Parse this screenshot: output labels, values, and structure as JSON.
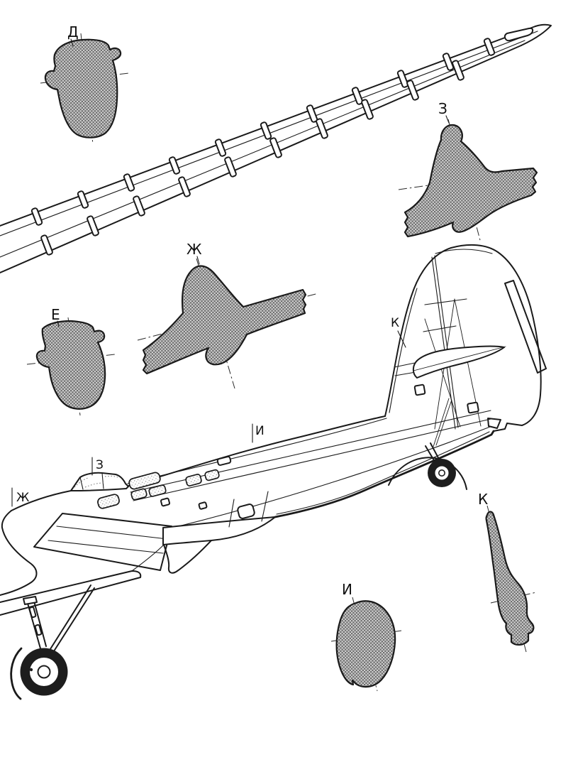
{
  "drawing": {
    "paper_color": "#ffffff",
    "ink_color": "#1a1a1a",
    "hatch_dark": "#6e6e6e",
    "hatch_light": "#cfcfcf"
  },
  "sections": [
    {
      "id": "d",
      "label": "Д"
    },
    {
      "id": "z",
      "label": "З"
    },
    {
      "id": "zh",
      "label": "Ж"
    },
    {
      "id": "e",
      "label": "Е"
    },
    {
      "id": "i",
      "label": "И"
    },
    {
      "id": "k",
      "label": "К"
    }
  ],
  "fuselage_markers": [
    {
      "id": "zh",
      "label": "Ж"
    },
    {
      "id": "z",
      "label": "З"
    },
    {
      "id": "i",
      "label": "И"
    },
    {
      "id": "k",
      "label": "К"
    }
  ]
}
